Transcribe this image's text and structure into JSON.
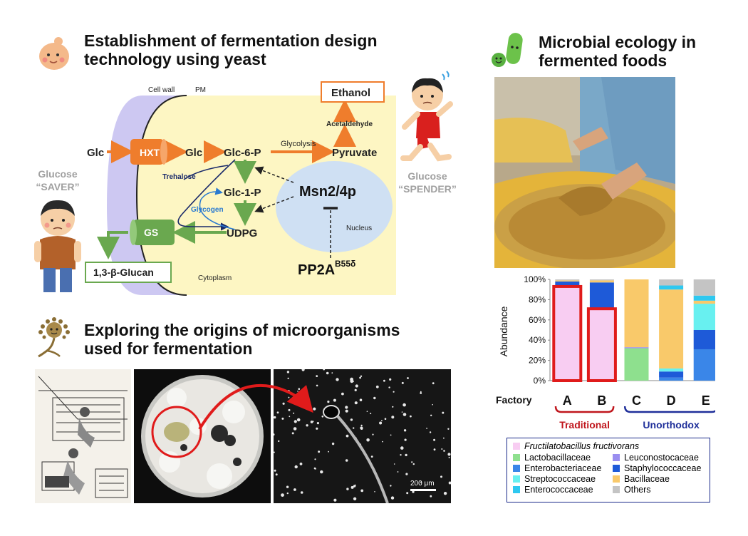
{
  "sections": {
    "yeast": {
      "title_line1": "Establishment of fermentation design",
      "title_line2": "technology using yeast"
    },
    "ecology": {
      "title_line1": "Microbial ecology in",
      "title_line2": "fermented foods"
    },
    "origins": {
      "title_line1": "Exploring the origins of microorganisms",
      "title_line2": "used for fermentation"
    }
  },
  "pathway": {
    "cell_wall": "Cell wall",
    "pm": "PM",
    "glc_outside": "Glc",
    "hxt": "HXT",
    "glc": "Glc",
    "glc6p": "Glc-6-P",
    "glycolysis": "Glycolysis",
    "pyruvate": "Pyruvate",
    "acetaldehyde": "Acetaldehyde",
    "ethanol": "Ethanol",
    "trehalose": "Trehalose",
    "glc1p": "Glc-1-P",
    "glycogen": "Glycogen",
    "udpg": "UDPG",
    "gs": "GS",
    "glucan": "1,3-β-Glucan",
    "cytoplasm": "Cytoplasm",
    "msn": "Msn2/4p",
    "nucleus": "Nucleus",
    "pp2a": "PP2A",
    "pp2a_sup": "B55δ"
  },
  "characters": {
    "saver_line1": "Glucose",
    "saver_line2": "“SAVER”",
    "spender_line1": "Glucose",
    "spender_line2": "“SPENDER”"
  },
  "micrograph": {
    "scale_bar": "200 μm"
  },
  "colors": {
    "orange_arrow": "#ef7d2c",
    "green_arrow": "#6aa84f",
    "cytoplasm_fill": "#fdf6c3",
    "cell_wall_fill": "#cdc8f2",
    "nucleus_fill": "#cfe0f3",
    "highlight_red": "#e01b1b",
    "traditional": "#c0161d",
    "unorthodox": "#1f2f9a"
  },
  "chart_data": {
    "type": "bar",
    "stacked": true,
    "xlabel": "Factory",
    "ylabel": "Abundance",
    "categories": [
      "A",
      "B",
      "C",
      "D",
      "E"
    ],
    "ylim": [
      0,
      100
    ],
    "yticks": [
      "0%",
      "20%",
      "40%",
      "60%",
      "80%",
      "100%"
    ],
    "groups": [
      {
        "label": "Traditional",
        "categories": [
          "A",
          "B"
        ],
        "color": "#c0161d"
      },
      {
        "label": "Unorthodox",
        "categories": [
          "C",
          "D",
          "E"
        ],
        "color": "#1f2f9a"
      }
    ],
    "series": [
      {
        "name": "Fructilatobacillus fructivorans",
        "color": "#f8cdf2",
        "values": [
          93,
          71,
          0,
          0,
          0
        ]
      },
      {
        "name": "Lactobacillaceae",
        "color": "#8ee08e",
        "values": [
          0,
          0,
          32,
          0,
          0
        ]
      },
      {
        "name": "Leuconostocaceae",
        "color": "#9a8ef0",
        "values": [
          0,
          0,
          1,
          0,
          0
        ]
      },
      {
        "name": "Enterobacteriaceae",
        "color": "#3a86e8",
        "values": [
          0,
          0,
          0,
          3,
          31
        ]
      },
      {
        "name": "Staphylococcaceae",
        "color": "#1e5ad8",
        "values": [
          5,
          26,
          0,
          6,
          19
        ]
      },
      {
        "name": "Streptococcaceae",
        "color": "#68f0f0",
        "values": [
          0,
          0,
          0,
          3,
          26
        ]
      },
      {
        "name": "Bacillaceae",
        "color": "#f9c96a",
        "values": [
          1,
          2,
          67,
          78,
          3
        ]
      },
      {
        "name": "Enterococcaceae",
        "color": "#2ec8f0",
        "values": [
          0,
          0,
          0,
          4,
          5
        ]
      },
      {
        "name": "Others",
        "color": "#c4c4c4",
        "values": [
          1,
          1,
          0,
          6,
          16
        ]
      }
    ],
    "highlighted": [
      "A",
      "B"
    ]
  },
  "legend": {
    "items": [
      {
        "label": "Fructilatobacillus fructivorans",
        "color": "#f8cdf2",
        "italic": true
      },
      {
        "label": "Lactobacillaceae",
        "color": "#8ee08e"
      },
      {
        "label": "Leuconostocaceae",
        "color": "#9a8ef0"
      },
      {
        "label": "Enterobacteriaceae",
        "color": "#3a86e8"
      },
      {
        "label": "Staphylococcaceae",
        "color": "#1e5ad8"
      },
      {
        "label": "Streptococcaceae",
        "color": "#68f0f0"
      },
      {
        "label": "Bacillaceae",
        "color": "#f9c96a"
      },
      {
        "label": "Enterococcaceae",
        "color": "#2ec8f0"
      },
      {
        "label": "Others",
        "color": "#c4c4c4"
      }
    ]
  }
}
